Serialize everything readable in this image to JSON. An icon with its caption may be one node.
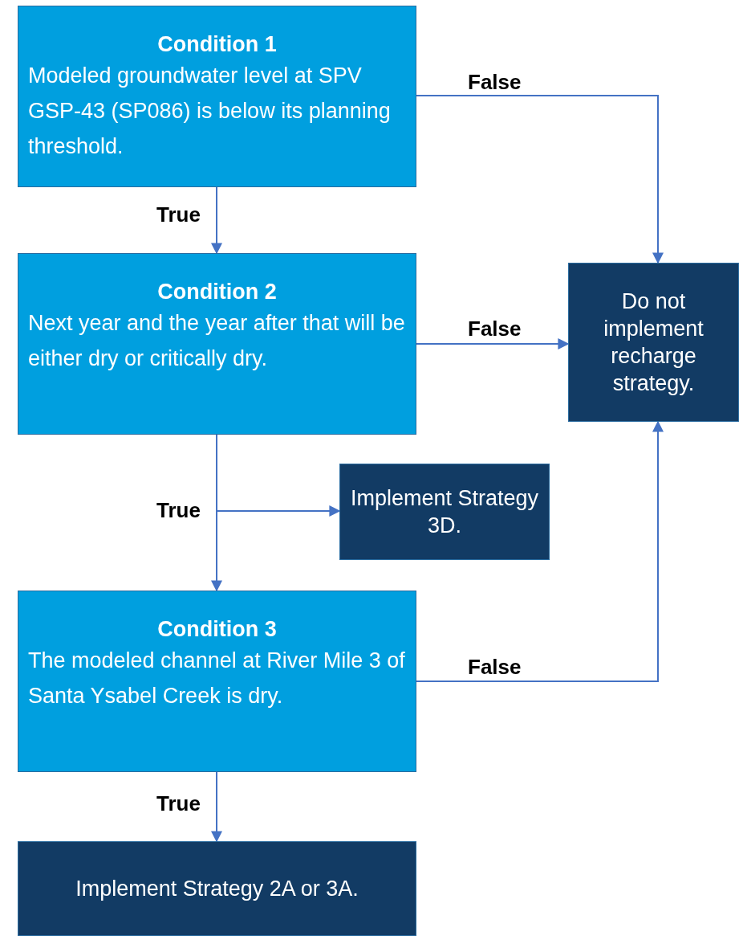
{
  "diagram": {
    "nodes": [
      {
        "text": [
          "Condition 1",
          "Modeled groundwater level at SPV GSP-43 (SP086) is below its planning threshold."
        ]
      },
      {
        "text": [
          "Condition 2",
          "Next year and the year after that will be either dry or critically dry."
        ]
      },
      {
        "text": [
          "Do not implement recharge strategy."
        ]
      },
      {
        "text": [
          "Implement Strategy 3D."
        ]
      },
      {
        "text": [
          "Condition 3",
          "The modeled channel at River Mile 3 of Santa Ysabel Creek is dry."
        ]
      },
      {
        "text": [
          "Implement Strategy 2A or 3A."
        ]
      }
    ],
    "edges": [
      {
        "from": 0,
        "to": 1,
        "arrow": "to",
        "label": "True"
      },
      {
        "from": 0,
        "to": 2,
        "arrow": "to",
        "label": "False"
      },
      {
        "from": 1,
        "to": 2,
        "arrow": "to",
        "label": "False"
      },
      {
        "from": 1,
        "to": 3,
        "arrow": "to"
      },
      {
        "from": 1,
        "to": 4,
        "arrow": "to",
        "label": "True"
      },
      {
        "from": 4,
        "to": 2,
        "arrow": "to",
        "label": "False"
      },
      {
        "from": 4,
        "to": 5,
        "arrow": "to",
        "label": "True"
      }
    ]
  }
}
